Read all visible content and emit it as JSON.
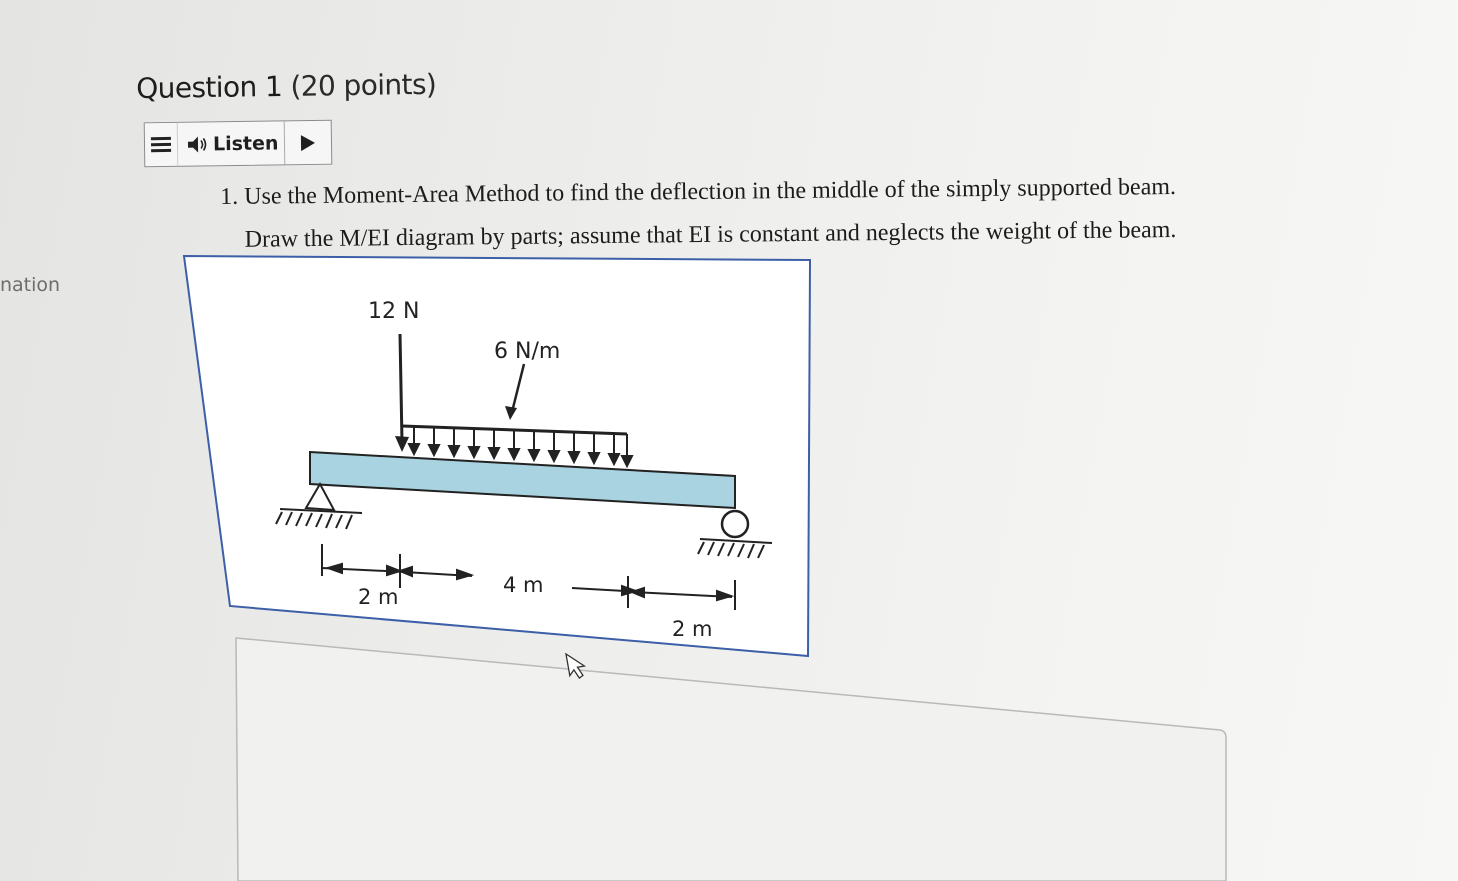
{
  "sidebar": {
    "partial_label": "nation"
  },
  "question": {
    "title": "Question 1",
    "points": "(20 points)"
  },
  "listen_bar": {
    "listen_label": "Listen"
  },
  "problem": {
    "line1": "1. Use the Moment-Area Method to find the deflection in the middle of the simply supported beam.",
    "line2": "Draw the M/EI diagram by parts; assume that EI is constant and neglects the weight of the beam."
  },
  "figure": {
    "point_load_label": "12 N",
    "distributed_load_label": "6 N/m",
    "dim_left": "2 m",
    "dim_middle": "4 m",
    "dim_right": "2 m"
  },
  "colors": {
    "frame_blue": "#3d5fa8",
    "beam_fill": "#a9d3e1",
    "beam_stroke": "#222222"
  },
  "icons": [
    "menu-icon",
    "speaker-icon",
    "play-icon",
    "mouse-cursor-icon"
  ]
}
